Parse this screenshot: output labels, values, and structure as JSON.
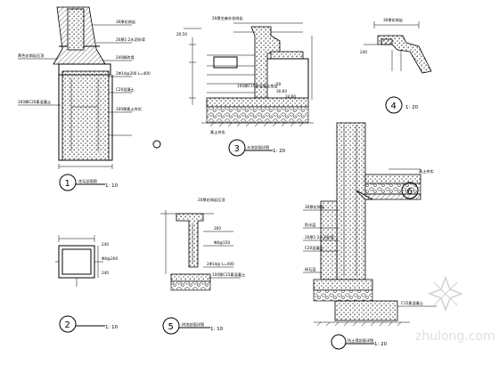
{
  "details": [
    {
      "id": "1",
      "scale": "1: 10",
      "title": "花坛剖面图"
    },
    {
      "id": "2",
      "scale": "1: 10",
      "title": ""
    },
    {
      "id": "3",
      "scale": "1: 20",
      "title": "水池剖面详图"
    },
    {
      "id": "4",
      "scale": "1: 20",
      "title": ""
    },
    {
      "id": "5",
      "scale": "1: 10",
      "title": "树池剖面详图"
    },
    {
      "id": "6",
      "scale": "1: 20",
      "title": "挡土墙剖面详图"
    }
  ],
  "notes": {
    "d1_left_1": "黄色花岗岩压顶",
    "d1_left_2": "100厚C20素混凝土",
    "d1_right_1": "30厚花岗岩",
    "d1_right_2": "20厚1:2水泥砂浆",
    "d1_right_3": "240厚砖墙",
    "d1_right_4": "2Φ14@200 L=400",
    "d1_right_5": "C20混凝土",
    "d1_right_6": "100厚素土夯实",
    "d2_1": "240",
    "d2_2": "Φ8@200",
    "d2_3": "240",
    "d3_top": "20厚芝麻灰花岗岩",
    "d3_dim_1": "20,50",
    "d3_dim_2": "50",
    "d3_dim_3": "30,60",
    "d3_dim_4": "24,60",
    "d3_base": "100厚C15素混凝土垫层",
    "d3_ground": "素土夯实",
    "d4_1": "30厚花岗岩",
    "d4_2": "240",
    "d5_top": "20厚花岗岩压顶",
    "d5_1": "300",
    "d5_2": "Φ8@150",
    "d5_3": "2Φ14@ L=400",
    "d5_4": "100厚C15素混凝土",
    "d6_1": "30厚花岗岩",
    "d6_2": "防水层",
    "d6_3": "20厚1:2水泥砂浆",
    "d6_4": "C20混凝土",
    "d6_5": "碎石层",
    "d6_6": "素土夯实",
    "d6_7": "C15素混凝土"
  },
  "watermark": "zhulong.com"
}
